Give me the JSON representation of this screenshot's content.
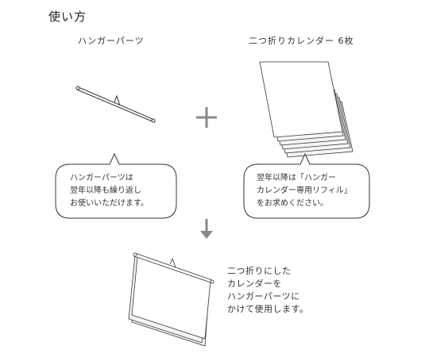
{
  "title": "使い方",
  "parts": {
    "hanger_label": "ハンガーパーツ",
    "calendar_label": "二つ折りカレンダー 6枚"
  },
  "bubbles": {
    "left": "ハンガーパーツは\n翌年以降も繰り返し\nお使いいただけます。",
    "right": "翌年以降は「ハンガー\nカレンダー専用リフィル」\nをお求めください。"
  },
  "final_text": "二つ折りにした\nカレンダーを\nハンガーパーツに\nかけて使用します。",
  "colors": {
    "line": "#333333",
    "symbol": "#888888",
    "sheet": "#f4f4f4"
  }
}
